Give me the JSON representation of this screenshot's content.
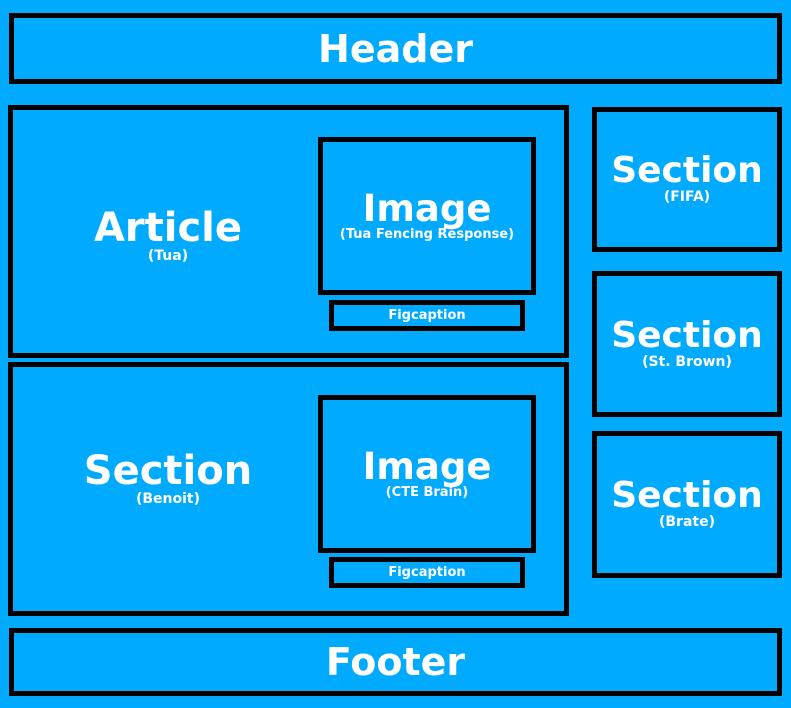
{
  "header": {
    "label": "Header"
  },
  "footer": {
    "label": "Footer"
  },
  "article": {
    "title": "Article",
    "subtitle": "(Tua)",
    "image": {
      "title": "Image",
      "subtitle": "(Tua Fencing Response)"
    },
    "figcaption": "Figcaption"
  },
  "section_benoit": {
    "title": "Section",
    "subtitle": "(Benoit)",
    "image": {
      "title": "Image",
      "subtitle": "(CTE Brain)"
    },
    "figcaption": "Figcaption"
  },
  "sidebar": {
    "sections": [
      {
        "title": "Section",
        "subtitle": "(FIFA)"
      },
      {
        "title": "Section",
        "subtitle": "(St. Brown)"
      },
      {
        "title": "Section",
        "subtitle": "(Brate)"
      }
    ]
  },
  "colors": {
    "background": "#00aaff",
    "border": "#000000",
    "text": "#ffffff"
  }
}
